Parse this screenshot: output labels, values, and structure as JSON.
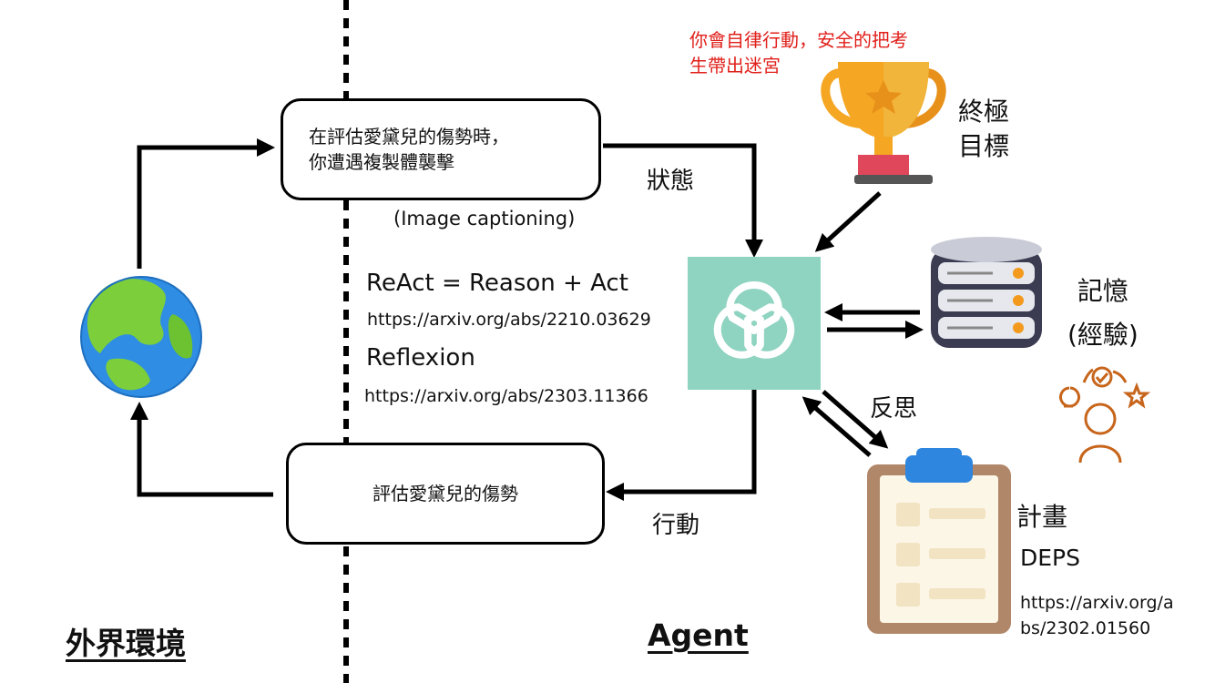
{
  "environment_label": "外界環境",
  "agent_label": "Agent",
  "state_box": {
    "line1": "在評估愛黛兒的傷勢時，",
    "line2": "你遭遇複製體襲擊"
  },
  "action_box": {
    "text": "評估愛黛兒的傷勢"
  },
  "image_captioning": "(Image captioning)",
  "edges": {
    "state": "狀態",
    "action": "行動",
    "reflection": "反思"
  },
  "papers": {
    "react_title": "ReAct = Reason + Act",
    "react_url": "https://arxiv.org/abs/2210.03629",
    "reflexion_title": "Reflexion",
    "reflexion_url": "https://arxiv.org/abs/2303.11366"
  },
  "goal": {
    "note_line1": "你會自律行動，安全的把考",
    "note_line2": "生帶出迷宮",
    "label_line1": "終極",
    "label_line2": "目標"
  },
  "memory": {
    "label_line1": "記憶",
    "label_line2": "(經驗)"
  },
  "plan": {
    "label": "計畫",
    "method": "DEPS",
    "url_line1": "https://arxiv.org/a",
    "url_line2": "bs/2302.01560"
  },
  "colors": {
    "agent_bg": "#8fd3c1",
    "goal_note": "#e0201b",
    "trophy": "#f5a623",
    "icon_orange": "#c7651b"
  }
}
